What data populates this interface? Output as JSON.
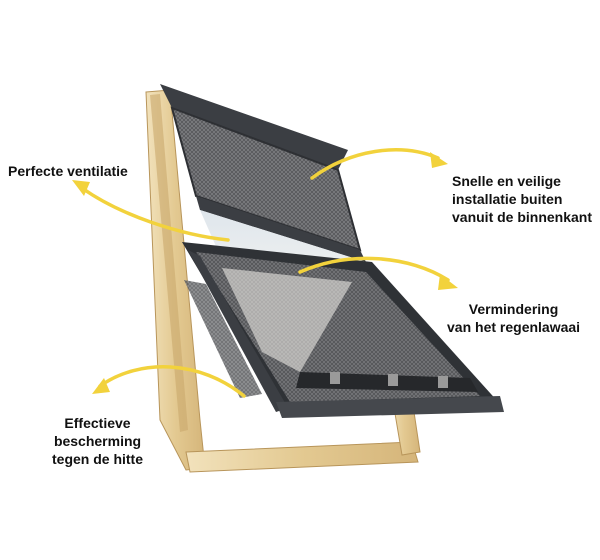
{
  "labels": {
    "ventilation": {
      "lines": [
        "Perfecte ventilatie"
      ]
    },
    "installation": {
      "lines": [
        "Snelle en veilige",
        "installatie buiten",
        "vanuit de binnenkant"
      ]
    },
    "rain_noise": {
      "lines": [
        "Vermindering",
        "van het regenlawaai"
      ]
    },
    "heat_protection": {
      "lines": [
        "Effectieve",
        "bescherming",
        "tegen de hitte"
      ]
    }
  },
  "colors": {
    "arrow": "#f2d23c",
    "frame_dark": "#3b3e43",
    "wood": "#e6cf9c",
    "mesh": "#6c6d70"
  },
  "icons": [
    "curved-arrow-icon"
  ]
}
